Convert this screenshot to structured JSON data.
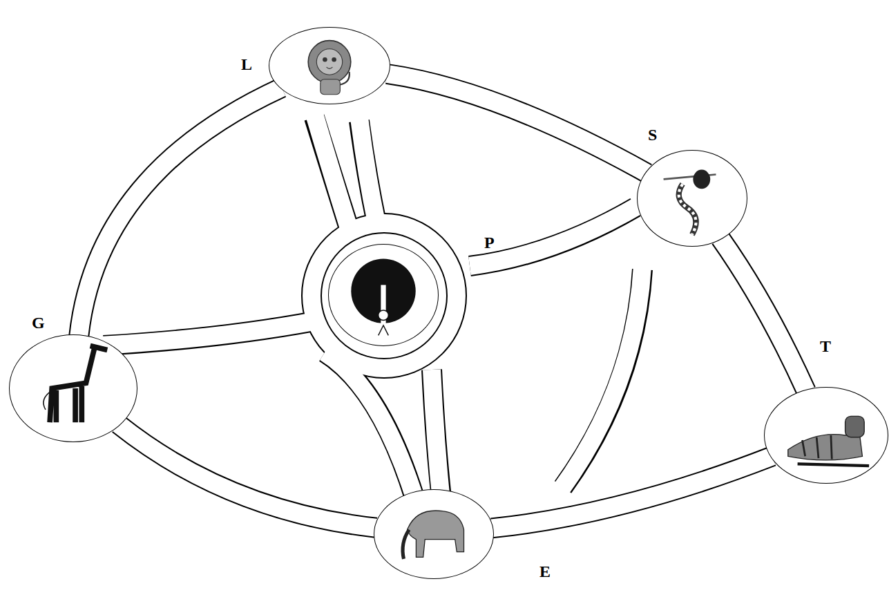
{
  "diagram": {
    "nodes": [
      {
        "text": [
          "L"
        ]
      },
      {
        "text": [
          "S"
        ]
      },
      {
        "text": [
          "P"
        ]
      },
      {
        "text": [
          "G"
        ]
      },
      {
        "text": [
          "T"
        ]
      },
      {
        "text": [
          "E"
        ]
      }
    ],
    "edges": [
      {
        "from": 0,
        "to": 1,
        "arrow": "none"
      },
      {
        "from": 1,
        "to": 4,
        "arrow": "none"
      },
      {
        "from": 4,
        "to": 5,
        "arrow": "none"
      },
      {
        "from": 5,
        "to": 3,
        "arrow": "none"
      },
      {
        "from": 3,
        "to": 0,
        "arrow": "none"
      }
    ]
  }
}
